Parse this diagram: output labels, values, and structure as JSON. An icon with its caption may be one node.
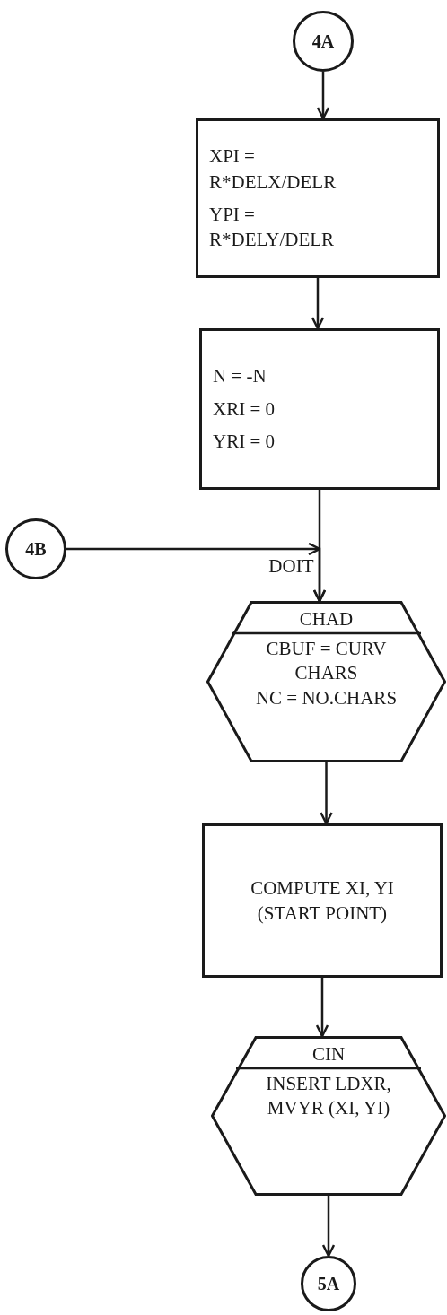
{
  "diagram": {
    "nodes": [
      {
        "text": [
          "4A"
        ]
      },
      {
        "text": [
          "XPI = R*DELX/DELR",
          "YPI = R*DELY/DELR"
        ]
      },
      {
        "text": [
          "N = -N",
          "XRI = 0",
          "YRI = 0"
        ]
      },
      {
        "text": [
          "4B"
        ]
      },
      {
        "text": [
          "CHAD",
          "CBUF = CURV CHARS",
          "NC = NO.CHARS"
        ],
        "beside": [
          "DOIT"
        ]
      },
      {
        "text": [
          "COMPUTE XI, YI (START POINT)"
        ]
      },
      {
        "text": [
          "CIN",
          "INSERT LDXR, MVYR (XI, YI)"
        ]
      },
      {
        "text": [
          "5A"
        ]
      }
    ],
    "edges": [
      {
        "from": 0,
        "to": 1,
        "arrow": "to"
      },
      {
        "from": 1,
        "to": 2,
        "arrow": "to"
      },
      {
        "from": 2,
        "to": 4,
        "arrow": "to"
      },
      {
        "from": 3,
        "to": 4,
        "arrow": "to"
      },
      {
        "from": 4,
        "to": 5,
        "arrow": "to"
      },
      {
        "from": 5,
        "to": 6,
        "arrow": "to"
      },
      {
        "from": 6,
        "to": 7,
        "arrow": "to"
      }
    ]
  }
}
